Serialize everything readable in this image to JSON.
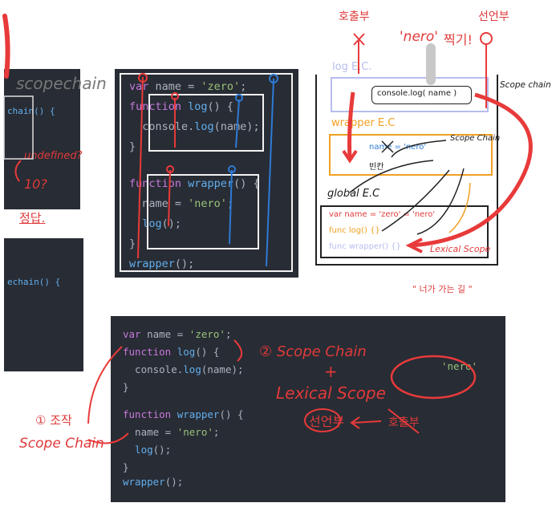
{
  "left_strip": {
    "label_scopechain": "scopechain",
    "code_line1": "chain() {",
    "note_undefined": "undefined?",
    "note_10": "10?",
    "note_correct": "정답.",
    "code_line2": "echain() {"
  },
  "code_panel_top": {
    "line1_a": "var",
    "line1_b": " name = ",
    "line1_c": "'zero'",
    "line1_d": ";",
    "line2_a": "function",
    "line2_b": " log",
    "line2_c": "() {",
    "line3_a": "  console.",
    "line3_b": "log",
    "line3_c": "(name);",
    "line4": "}",
    "line5_a": "function",
    "line5_b": " wrapper",
    "line5_c": "() {",
    "line6_a": "  name = ",
    "line6_b": "'nero'",
    "line6_c": ";",
    "line7_a": "  log",
    "line7_b": "();",
    "line8": "}",
    "line9_a": "wrapper",
    "line9_b": "();"
  },
  "diagram": {
    "label_call": "호출부",
    "label_declare": "선언부",
    "label_nero": "'nero'",
    "label_nero_suffix": "찍기!",
    "log_ec": "log E.C.",
    "scope_chain_right": "Scope chain",
    "console_call": "console.log( name )",
    "wrapper_ec": "wrapper E.C",
    "name_nero": "name = 'nero'",
    "scope_chain_inner": "Scope Chain",
    "empty": "빈칸",
    "global_ec": "global E.C",
    "var_name": "var name = 'zero' = 'nero'",
    "func_log": "func log() {}",
    "func_wrapper": "func wrapper() {}",
    "lexical_scope": "Lexical Scope",
    "caption": "\" 너가 가는 길 \""
  },
  "code_panel_bottom": {
    "line1_a": "var",
    "line1_b": " name = ",
    "line1_c": "'zero'",
    "line1_d": ";",
    "line2_a": "function",
    "line2_b": " log",
    "line2_c": "() {",
    "line3_a": "  console.",
    "line3_b": "log",
    "line3_c": "(name);",
    "line4": "}",
    "line5_a": "function",
    "line5_b": " wrapper",
    "line5_c": "() {",
    "line6_a": "  name = ",
    "line6_b": "'nero'",
    "line6_c": ";",
    "line7_a": "  log",
    "line7_b": "();",
    "line8": "}",
    "line9_a": "wrapper",
    "line9_b": "();",
    "output": "'nero'"
  },
  "annotations": {
    "step2": "② Scope Chain",
    "plus": "+",
    "lexical": "Lexical Scope",
    "declare": "선언부",
    "call": "호출부",
    "step1_a": "① 조작",
    "step1_b": "Scope Chain"
  }
}
